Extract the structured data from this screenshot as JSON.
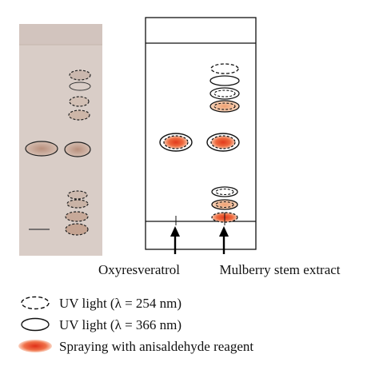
{
  "lanes": {
    "left_label": "Oxyresveratrol",
    "right_label": "Mulberry stem extract"
  },
  "legend": {
    "dashed": "UV light (λ = 254 nm)",
    "solid": "UV light (λ = 366 nm)",
    "filled": "Spraying with anisaldehyde reagent"
  },
  "colors": {
    "plate_photo": "#d8ccc6",
    "spot_fill": "#e8542a",
    "spot_halo": "#f4b09a",
    "outline": "#111111"
  }
}
